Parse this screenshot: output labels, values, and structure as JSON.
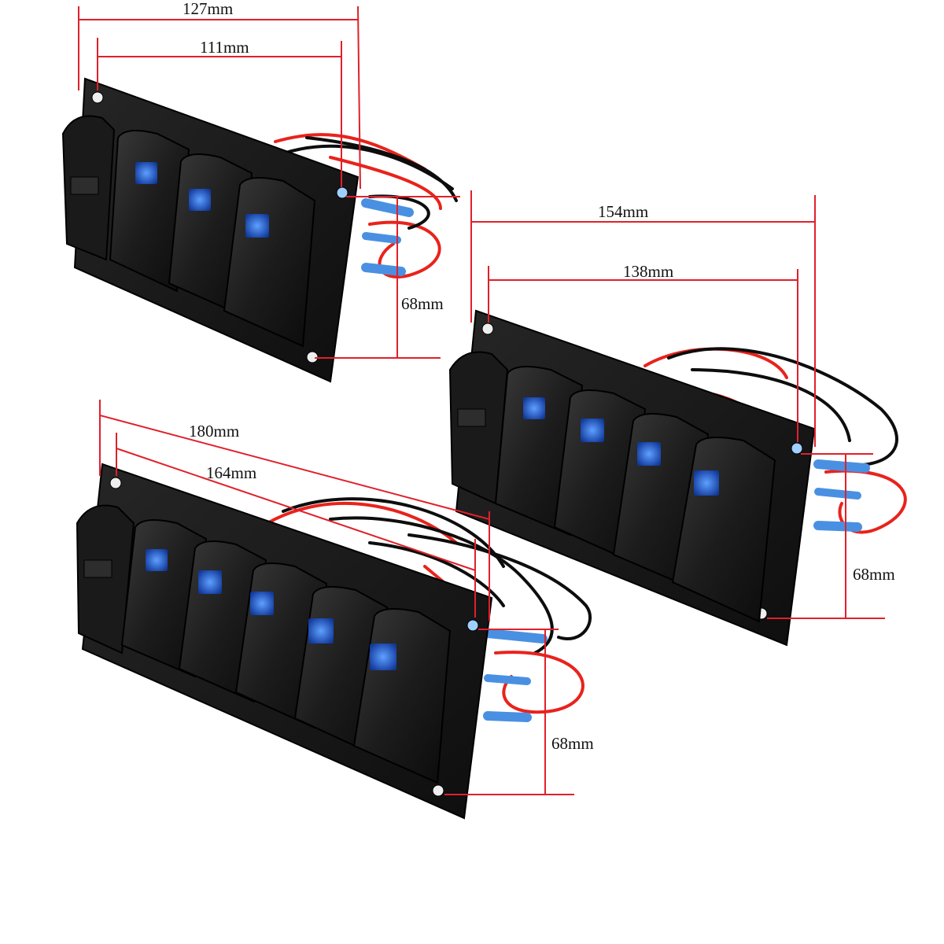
{
  "colors": {
    "background": "#ffffff",
    "dimension_line": "#e0202a",
    "panel": "#151515",
    "switch_body": "#1d1d1d",
    "indicator": "#1f5fd6",
    "wire_red": "#e8231c",
    "wire_black": "#0d0d0d",
    "connector": "#4a90e2"
  },
  "panels": [
    {
      "name": "3-gang-panel",
      "switch_count": 3,
      "outer_width": "127mm",
      "hole_spacing": "111mm",
      "height": "68mm"
    },
    {
      "name": "4-gang-panel",
      "switch_count": 4,
      "outer_width": "154mm",
      "hole_spacing": "138mm",
      "height": "68mm"
    },
    {
      "name": "5-gang-panel",
      "switch_count": 5,
      "outer_width": "180mm",
      "hole_spacing": "164mm",
      "height": "68mm"
    }
  ],
  "icons": [
    "usb-socket-icon",
    "rocker-switch-icon",
    "led-indicator-icon"
  ]
}
